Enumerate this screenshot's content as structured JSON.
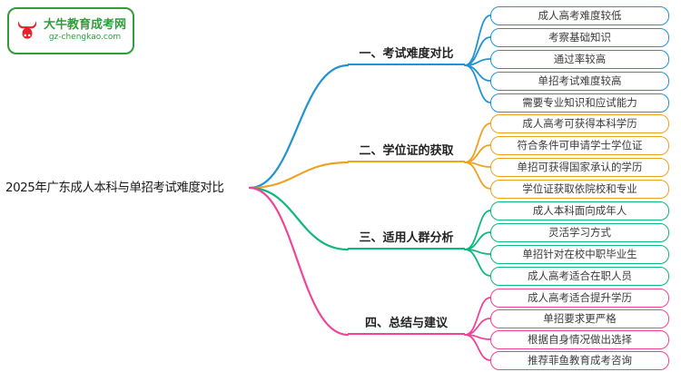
{
  "logo": {
    "site_name": "大牛教育成考网",
    "site_url": "gz-chengkao.com",
    "brand_color": "#2f9d3c",
    "bull_color": "#e62129"
  },
  "central": {
    "title": "2025年广东成人本科与单招考试难度对比"
  },
  "branches": [
    {
      "label": "一、考试难度对比",
      "color": "#2193d1",
      "leaves": [
        "成人高考难度较低",
        "考察基础知识",
        "通过率较高",
        "单招考试难度较高",
        "需要专业知识和应试能力"
      ]
    },
    {
      "label": "二、学位证的获取",
      "color": "#efa120",
      "leaves": [
        "成人高考可获得本科学历",
        "符合条件可申请学士学位证",
        "单招可获得国家承认的学历",
        "学位证获取依院校和专业"
      ]
    },
    {
      "label": "三、适用人群分析",
      "color": "#0cb87d",
      "leaves": [
        "成人本科面向成年人",
        "灵活学习方式",
        "单招针对在校中职毕业生",
        "成人高考适合在职人员"
      ]
    },
    {
      "label": "四、总结与建议",
      "color": "#f04399",
      "leaves": [
        "成人高考适合提升学历",
        "单招要求更严格",
        "根据自身情况做出选择",
        "推荐菲鱼教育成考咨询"
      ]
    }
  ]
}
